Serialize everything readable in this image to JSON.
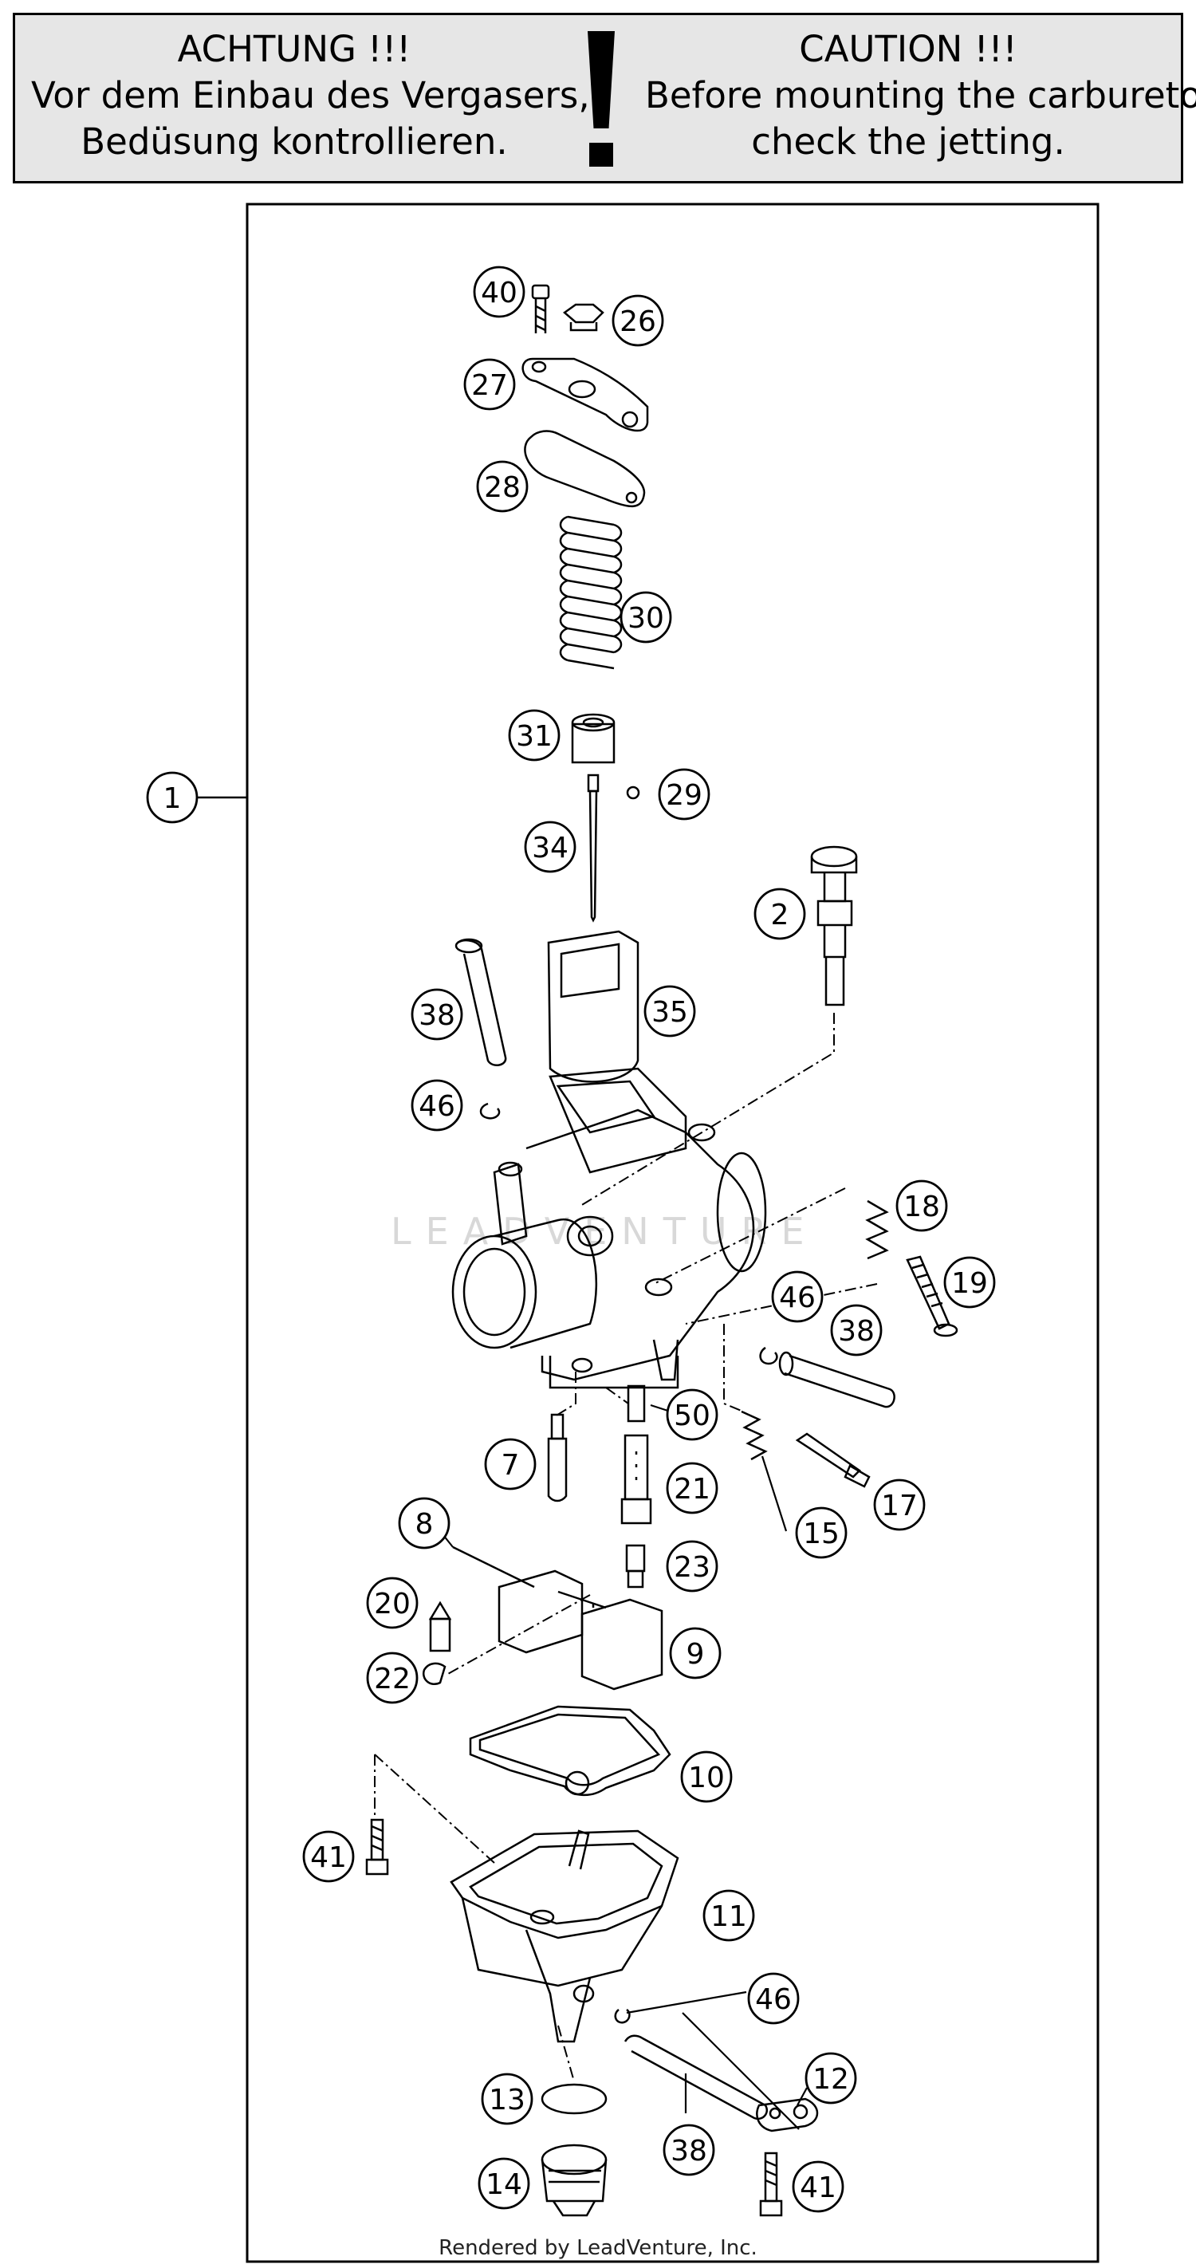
{
  "warning": {
    "de_lines": [
      "ACHTUNG !!!",
      "Vor dem Einbau des Vergasers,",
      "Bedüsung kontrollieren."
    ],
    "en_lines": [
      "CAUTION !!!",
      "Before mounting the carburetor,",
      "check the jetting."
    ]
  },
  "callouts": [
    "1",
    "2",
    "7",
    "8",
    "9",
    "10",
    "11",
    "12",
    "13",
    "14",
    "15",
    "17",
    "18",
    "19",
    "20",
    "21",
    "22",
    "23",
    "26",
    "27",
    "28",
    "29",
    "30",
    "31",
    "34",
    "35",
    "38",
    "38",
    "38",
    "40",
    "41",
    "41",
    "46",
    "46",
    "46",
    "50"
  ],
  "watermark": "LEADVENTURE",
  "footer": "Rendered by LeadVenture, Inc."
}
